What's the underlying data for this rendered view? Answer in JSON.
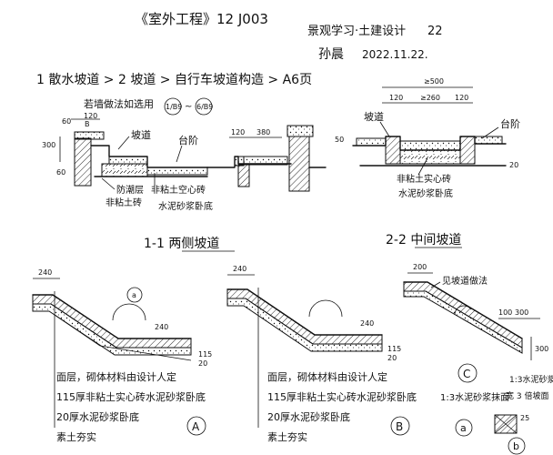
{
  "header": {
    "book": "《室外工程》12 J003",
    "course": "景观学习·土建设计",
    "page_no": "22",
    "author": "孙晨",
    "date": "2022.11.22."
  },
  "top": {
    "breadcrumb": "1 散水坡道 > 2 坡道 > 自行车坡道构造 > A6页",
    "note": "若墙做法如选用",
    "ref_a": "1/B9",
    "ref_b": "6/B9",
    "labels": {
      "podao": "坡道",
      "taijie": "台阶",
      "fangchaoceng": "防潮层",
      "feinianzhuan": "非粘土砖",
      "feinian_kongxin": "非粘土空心砖",
      "shuini_dishabed": "水泥砂浆卧底"
    },
    "dims": {
      "d120": "120",
      "d380": "380",
      "d300": "300",
      "d60": "60",
      "d20": "20",
      "d50": "50",
      "dB": "B"
    }
  },
  "right_detail": {
    "labels": {
      "podao": "坡道",
      "taijie": "台阶",
      "feinian_solid": "非粘土实心砖",
      "shuini_dishabed": "水泥砂浆卧底"
    },
    "dims": {
      "total": "≥500",
      "d120a": "120",
      "d260": "≥260",
      "d120b": "120",
      "d50": "50",
      "d20": "20"
    }
  },
  "sections": {
    "s11": "1-1 两侧坡道",
    "s22": "2-2 中间坡道"
  },
  "detail_a": {
    "dims": {
      "d240a": "240",
      "d240b": "240",
      "d115": "115",
      "d20": "20"
    },
    "marker": "a",
    "layers": [
      "面层，砌体材料由设计人定",
      "115厚非粘土实心砖水泥砂浆卧底",
      "20厚水泥砂浆卧底",
      "素土夯实"
    ],
    "tag": "A"
  },
  "detail_b": {
    "dims": {
      "d240a": "240",
      "d240b": "240",
      "d115": "115",
      "d20": "20"
    },
    "layers": [
      "面层，砌体材料由设计人定",
      "115厚非粘土实心砖水泥砂浆卧底",
      "20厚水泥砂浆卧底",
      "素土夯实"
    ],
    "tag": "B"
  },
  "detail_c": {
    "dims": {
      "d200": "200",
      "d100": "100",
      "d300": "300",
      "d300v": "300",
      "d25": "25"
    },
    "note": "见坡道做法",
    "mortar": "1:3水泥砂浆抹面",
    "mortar2": "1:3水泥砂浆",
    "tag": "C",
    "tag_a": "a",
    "tag_b": "b",
    "extra": "宽 3 倍坡面"
  }
}
